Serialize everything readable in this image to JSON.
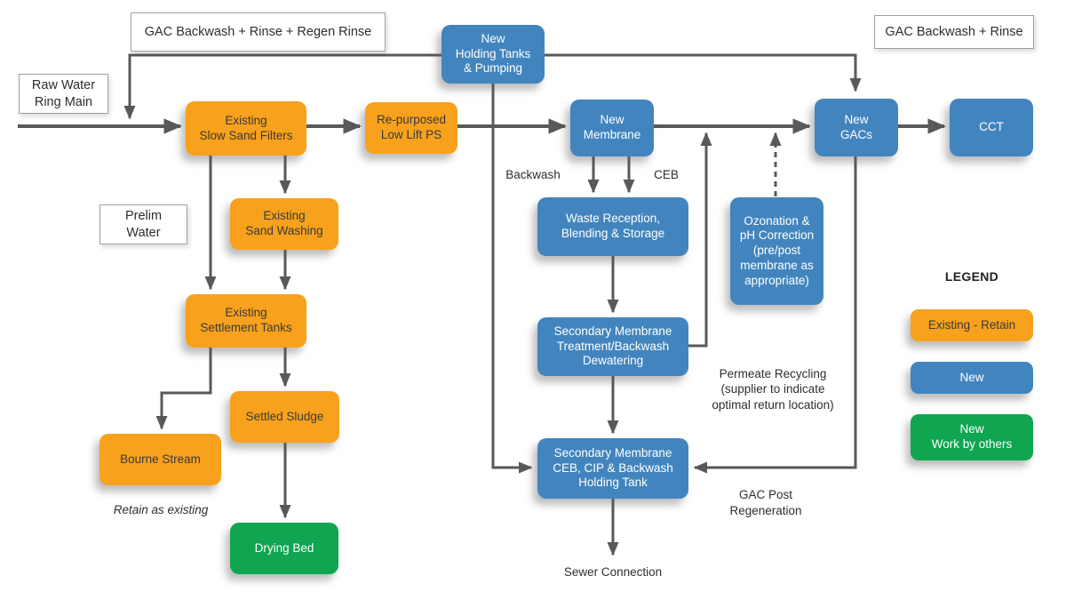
{
  "colors": {
    "existing_retain": "#F7A11C",
    "new": "#4285BE",
    "new_work_by_others": "#0FA551",
    "connector_gray": "#58595B",
    "label_box_border": "#9DA0A3"
  },
  "label_boxes": {
    "gac_backwash_regen": "GAC Backwash + Rinse + Regen Rinse",
    "raw_water": "Raw Water\nRing Main",
    "prelim_water": "Prelim\nWater",
    "gac_backwash_rinse": "GAC Backwash + Rinse"
  },
  "nodes": {
    "slow_sand_filters": {
      "label": "Existing\nSlow Sand Filters",
      "type": "existing"
    },
    "low_lift_ps": {
      "label": "Re-purposed\nLow Lift PS",
      "type": "existing"
    },
    "sand_washing": {
      "label": "Existing\nSand Washing",
      "type": "existing"
    },
    "settlement_tanks": {
      "label": "Existing\nSettlement Tanks",
      "type": "existing"
    },
    "settled_sludge": {
      "label": "Settled Sludge",
      "type": "existing"
    },
    "bourne_stream": {
      "label": "Bourne Stream",
      "type": "existing"
    },
    "holding_tanks": {
      "label": "New\nHolding Tanks\n& Pumping",
      "type": "new"
    },
    "membrane": {
      "label": "New\nMembrane",
      "type": "new"
    },
    "new_gacs": {
      "label": "New\nGACs",
      "type": "new"
    },
    "cct": {
      "label": "CCT",
      "type": "new"
    },
    "waste_reception": {
      "label": "Waste Reception,\nBlending & Storage",
      "type": "new"
    },
    "ozonation": {
      "label": "Ozonation &\npH Correction\n(pre/post\nmembrane as\nappropriate)",
      "type": "new"
    },
    "secondary_treatment": {
      "label": "Secondary Membrane\nTreatment/Backwash\nDewatering",
      "type": "new"
    },
    "secondary_ceb": {
      "label": "Secondary Membrane\nCEB, CIP & Backwash\nHolding Tank",
      "type": "new"
    },
    "drying_bed": {
      "label": "Drying Bed",
      "type": "new_work_by_others"
    }
  },
  "annotations": {
    "backwash": "Backwash",
    "ceb": "CEB",
    "permeate_recycling": "Permeate Recycling\n(supplier to indicate\noptimal return location)",
    "gac_post_regeneration": "GAC Post\nRegeneration",
    "sewer_connection": "Sewer Connection",
    "retain_as_existing": "Retain as existing"
  },
  "legend": {
    "title": "LEGEND",
    "items": [
      {
        "label": "Existing - Retain",
        "type": "existing"
      },
      {
        "label": "New",
        "type": "new"
      },
      {
        "label": "New\nWork by others",
        "type": "new_work_by_others"
      }
    ]
  }
}
